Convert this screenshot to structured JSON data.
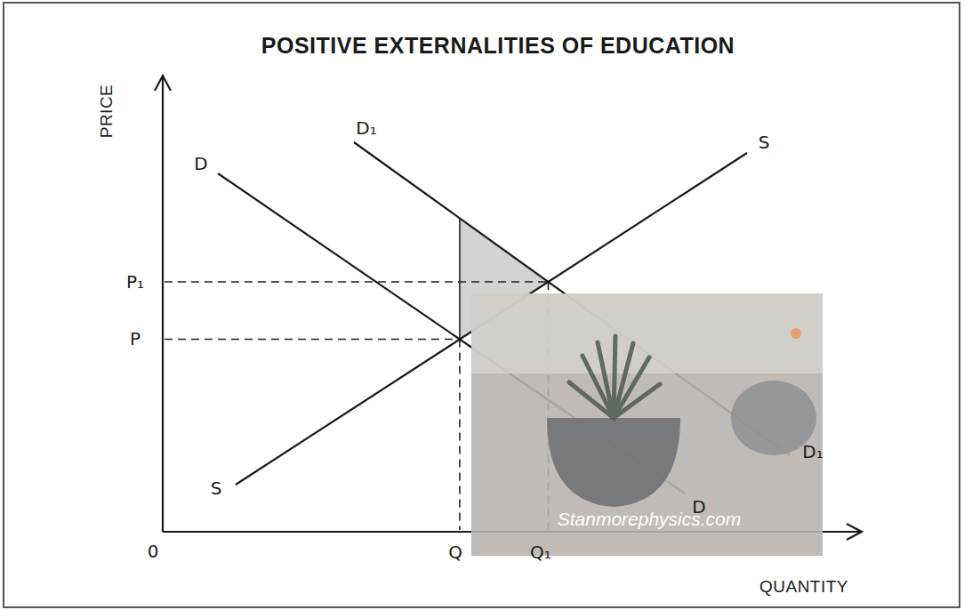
{
  "diagram": {
    "title": "POSITIVE EXTERNALITIES OF EDUCATION",
    "labels": [
      "PRICE",
      "D₁",
      "S",
      "D",
      "P₁",
      "P",
      "D₁",
      "S",
      "D",
      "0",
      "Q",
      "Q₁",
      "QUANTITY",
      "Stanmorephysics.com"
    ]
  }
}
